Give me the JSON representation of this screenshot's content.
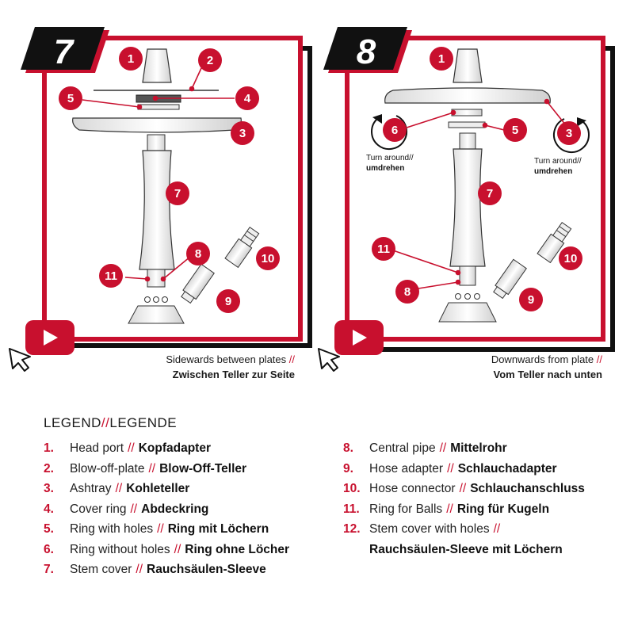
{
  "step7": {
    "number": "7",
    "caption_en": "Sidewards between plates",
    "caption_de": "Zwischen Teller zur Seite"
  },
  "step8": {
    "number": "8",
    "caption_en": "Downwards from plate",
    "caption_de": "Vom Teller nach unten",
    "turn_left_en": "Turn around//",
    "turn_left_de": "umdrehen",
    "turn_right_en": "Turn around//",
    "turn_right_de": "umdrehen"
  },
  "separator": "//",
  "legend": {
    "title_en": "LEGEND",
    "title_de": "LEGENDE",
    "items": [
      {
        "num": "1.",
        "en": "Head port",
        "de": "Kopfadapter"
      },
      {
        "num": "2.",
        "en": "Blow-off-plate",
        "de": "Blow-Off-Teller"
      },
      {
        "num": "3.",
        "en": "Ashtray",
        "de": "Kohleteller"
      },
      {
        "num": "4.",
        "en": "Cover ring",
        "de": "Abdeckring"
      },
      {
        "num": "5.",
        "en": "Ring with holes",
        "de": "Ring mit Löchern"
      },
      {
        "num": "6.",
        "en": "Ring without holes",
        "de": "Ring ohne Löcher"
      },
      {
        "num": "7.",
        "en": "Stem cover",
        "de": "Rauchsäulen-Sleeve"
      },
      {
        "num": "8.",
        "en": "Central pipe",
        "de": "Mittelrohr"
      },
      {
        "num": "9.",
        "en": "Hose adapter",
        "de": "Schlauchadapter"
      },
      {
        "num": "10.",
        "en": "Hose connector",
        "de": "Schlauchanschluss"
      },
      {
        "num": "11.",
        "en": "Ring for Balls",
        "de": "Ring für Kugeln"
      },
      {
        "num": "12.",
        "en": "Stem cover with holes",
        "de": "Rauchsäulen-Sleeve mit Löchern"
      }
    ]
  },
  "labels7": [
    "1",
    "2",
    "3",
    "4",
    "5",
    "7",
    "8",
    "9",
    "10",
    "11"
  ],
  "labels8": [
    "1",
    "3",
    "5",
    "6",
    "7",
    "8",
    "9",
    "10",
    "11"
  ],
  "colors": {
    "accent": "#c8102e",
    "dark": "#111111"
  },
  "icons": [
    "youtube-play-icon",
    "cursor-arrow-icon",
    "rotate-arrow-icon"
  ]
}
